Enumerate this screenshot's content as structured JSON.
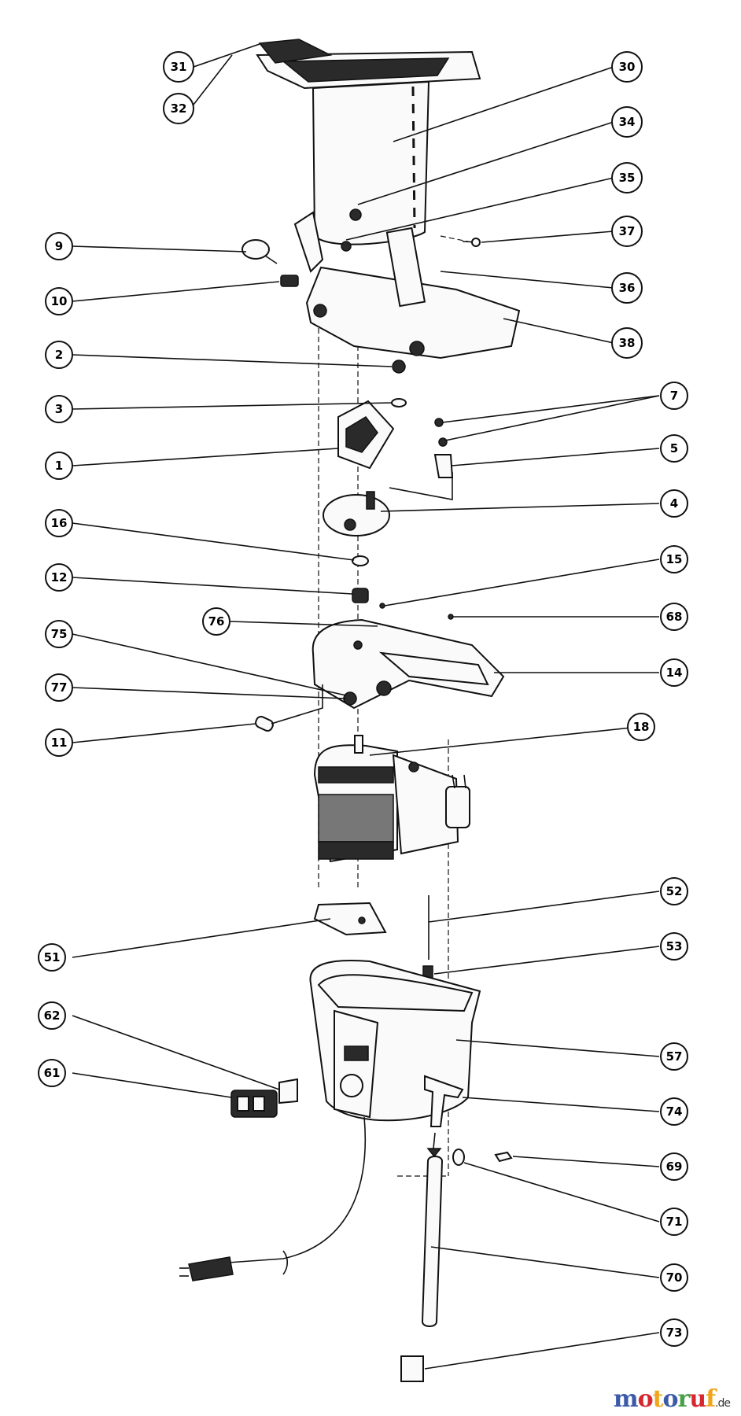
{
  "watermark": {
    "letters": [
      {
        "ch": "m",
        "color": "#3b5aa8"
      },
      {
        "ch": "o",
        "color": "#d7262e"
      },
      {
        "ch": "t",
        "color": "#f1a51a"
      },
      {
        "ch": "o",
        "color": "#3b5aa8"
      },
      {
        "ch": "r",
        "color": "#4aa04a"
      },
      {
        "ch": "u",
        "color": "#d7262e"
      },
      {
        "ch": "f",
        "color": "#f1a51a"
      }
    ],
    "suffix": ".de"
  },
  "callouts": [
    {
      "id": "c31",
      "label": "31"
    },
    {
      "id": "c32",
      "label": "32"
    },
    {
      "id": "c30",
      "label": "30"
    },
    {
      "id": "c34",
      "label": "34"
    },
    {
      "id": "c35",
      "label": "35"
    },
    {
      "id": "c37",
      "label": "37"
    },
    {
      "id": "c9",
      "label": "9"
    },
    {
      "id": "c36",
      "label": "36"
    },
    {
      "id": "c10",
      "label": "10"
    },
    {
      "id": "c38",
      "label": "38"
    },
    {
      "id": "c2",
      "label": "2"
    },
    {
      "id": "c7",
      "label": "7"
    },
    {
      "id": "c3",
      "label": "3"
    },
    {
      "id": "c5",
      "label": "5"
    },
    {
      "id": "c1",
      "label": "1"
    },
    {
      "id": "c4",
      "label": "4"
    },
    {
      "id": "c16",
      "label": "16"
    },
    {
      "id": "c15",
      "label": "15"
    },
    {
      "id": "c12",
      "label": "12"
    },
    {
      "id": "c76",
      "label": "76"
    },
    {
      "id": "c68",
      "label": "68"
    },
    {
      "id": "c75",
      "label": "75"
    },
    {
      "id": "c14",
      "label": "14"
    },
    {
      "id": "c77",
      "label": "77"
    },
    {
      "id": "c11",
      "label": "11"
    },
    {
      "id": "c18",
      "label": "18"
    },
    {
      "id": "c52",
      "label": "52"
    },
    {
      "id": "c51",
      "label": "51"
    },
    {
      "id": "c53",
      "label": "53"
    },
    {
      "id": "c62",
      "label": "62"
    },
    {
      "id": "c57",
      "label": "57"
    },
    {
      "id": "c61",
      "label": "61"
    },
    {
      "id": "c74",
      "label": "74"
    },
    {
      "id": "c69",
      "label": "69"
    },
    {
      "id": "c71",
      "label": "71"
    },
    {
      "id": "c70",
      "label": "70"
    },
    {
      "id": "c73",
      "label": "73"
    }
  ]
}
